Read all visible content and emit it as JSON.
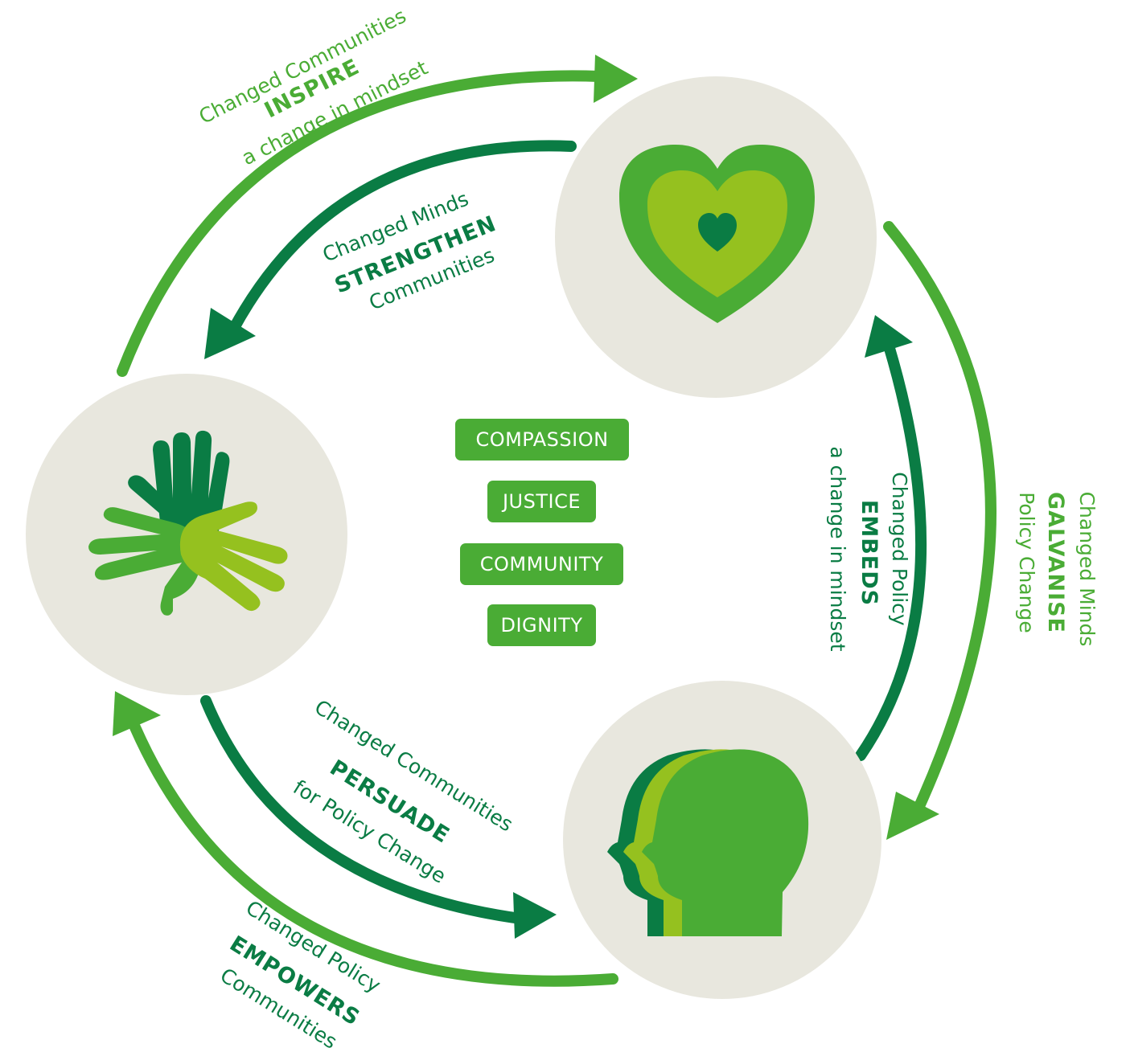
{
  "colors": {
    "light_green": "#4aac35",
    "dark_green": "#0a7c44",
    "lime_green": "#95c11f",
    "circle_bg": "#e8e7de"
  },
  "nodes": [
    {
      "id": "minds",
      "icon": "heart-icon"
    },
    {
      "id": "communities",
      "icon": "hands-icon"
    },
    {
      "id": "policy",
      "icon": "head-icon"
    }
  ],
  "values": [
    "COMPASSION",
    "JUSTICE",
    "COMMUNITY",
    "DIGNITY"
  ],
  "labels": {
    "inspire": {
      "l1": "Changed Communities",
      "l2": "INSPIRE",
      "l3": "a change in mindset"
    },
    "strengthen": {
      "l1": "Changed Minds",
      "l2": "STRENGTHEN",
      "l3": "Communities"
    },
    "galvanise": {
      "l1": "Changed Minds",
      "l2": "GALVANISE",
      "l3": "Policy Change"
    },
    "embeds": {
      "l1": "Changed Policy",
      "l2": "EMBEDS",
      "l3": "a change in mindset"
    },
    "persuade": {
      "l1": "Changed Communities",
      "l2": "PERSUADE",
      "l3": "for Policy Change"
    },
    "empowers": {
      "l1": "Changed Policy",
      "l2": "EMPOWERS",
      "l3": "Communities"
    }
  }
}
